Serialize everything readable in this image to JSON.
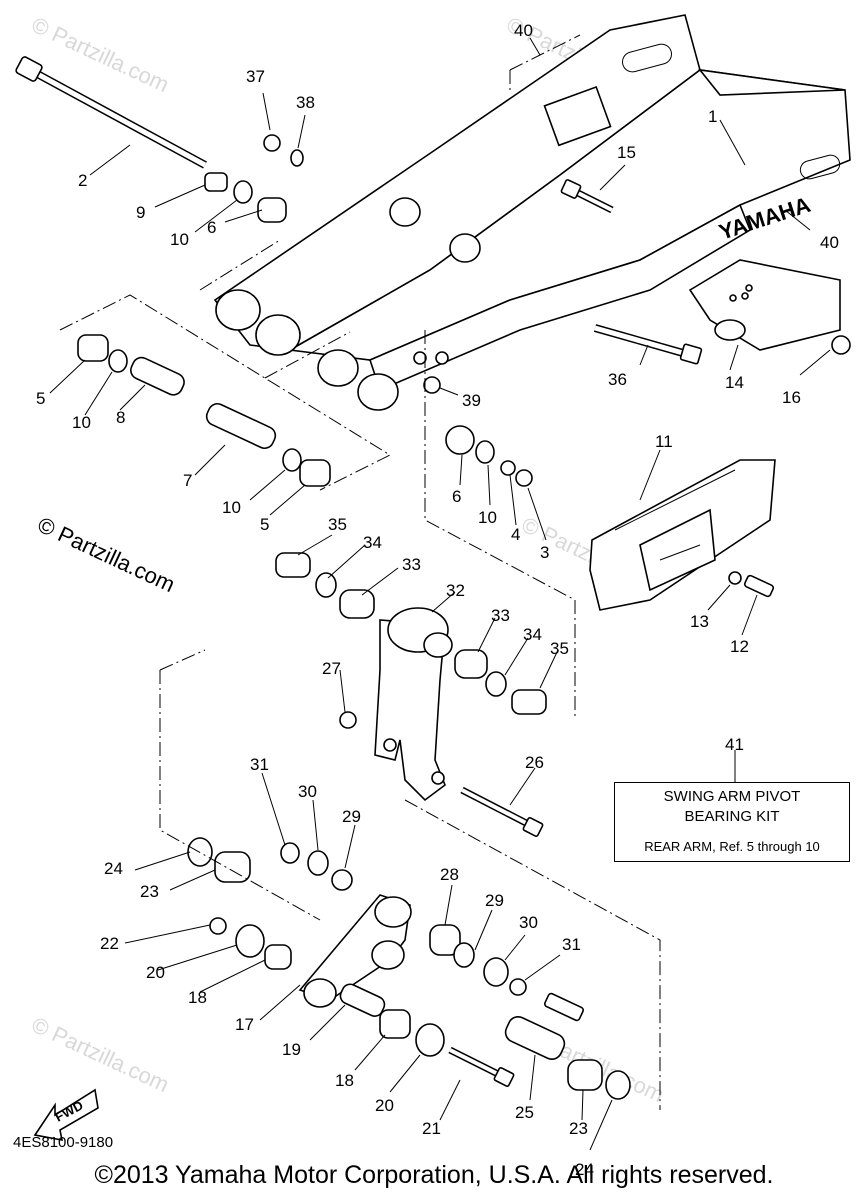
{
  "callouts": [
    "1",
    "2",
    "3",
    "4",
    "5",
    "5",
    "6",
    "6",
    "7",
    "8",
    "9",
    "10",
    "10",
    "10",
    "10",
    "11",
    "12",
    "13",
    "14",
    "15",
    "16",
    "17",
    "18",
    "18",
    "19",
    "20",
    "20",
    "21",
    "22",
    "23",
    "23",
    "24",
    "24",
    "25",
    "26",
    "27",
    "28",
    "29",
    "29",
    "30",
    "30",
    "31",
    "31",
    "32",
    "33",
    "33",
    "34",
    "34",
    "35",
    "35",
    "36",
    "37",
    "38",
    "39",
    "40",
    "40",
    "41"
  ],
  "brand_mark": "YAMAHA",
  "fwd_label": "FWD",
  "watermark_main": "© Partzilla.com",
  "watermark_faint": "© Partzilla.com",
  "kit": {
    "title_line1": "SWING ARM PIVOT",
    "title_line2": "BEARING KIT",
    "note": "REAR ARM, Ref.  5 through 10"
  },
  "diagram_code": "4ES8100-9180",
  "copyright": "©2013 Yamaha Motor Corporation, U.S.A. All rights reserved."
}
